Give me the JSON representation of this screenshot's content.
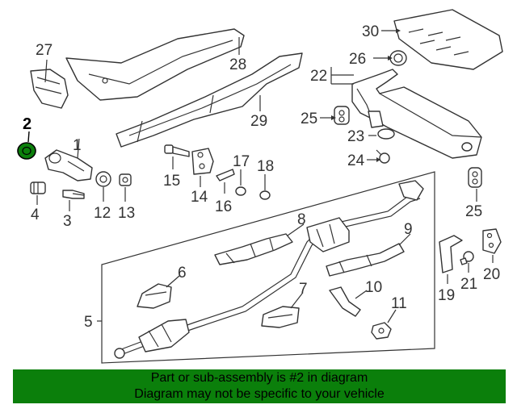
{
  "callouts": {
    "c1": "1",
    "c2": "2",
    "c3": "3",
    "c4": "4",
    "c5": "5",
    "c6": "6",
    "c7": "7",
    "c8": "8",
    "c9": "9",
    "c10": "10",
    "c11": "11",
    "c12": "12",
    "c13": "13",
    "c14": "14",
    "c15": "15",
    "c16": "16",
    "c17": "17",
    "c18": "18",
    "c19": "19",
    "c20": "20",
    "c21": "21",
    "c22": "22",
    "c23": "23",
    "c24": "24",
    "c25a": "25",
    "c25b": "25",
    "c26": "26",
    "c27": "27",
    "c28": "28",
    "c29": "29",
    "c30": "30"
  },
  "highlight": {
    "part": "2",
    "color": "#0b7f0b"
  },
  "footer": {
    "line1": "Part or sub-assembly is #2 in diagram",
    "line2": "Diagram may not be specific to your vehicle",
    "background": "#0b7f0b"
  }
}
